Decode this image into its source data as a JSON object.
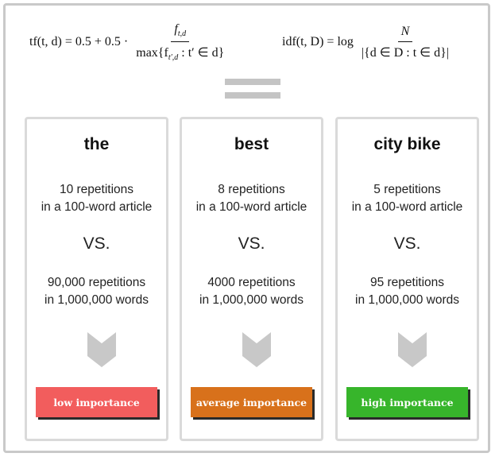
{
  "formulas": {
    "tf": {
      "lhs": "tf(t, d) = 0.5 + 0.5 ·",
      "numerator": "f",
      "numerator_sub": "t,d",
      "denominator_pre": "max{f",
      "denominator_sub": "t′,d",
      "denominator_post": " : t′ ∈ d}"
    },
    "idf": {
      "lhs": "idf(t, D) = log",
      "numerator": "N",
      "denominator": "|{d ∈ D : t ∈ d}|"
    }
  },
  "cards": [
    {
      "word": "the",
      "line1": "10 repetitions",
      "line2": "in a 100-word article",
      "vs": "VS.",
      "line3": "90,000 repetitions",
      "line4": "in 1,000,000 words",
      "badge": "low importance",
      "badge_color": "#f25d5d"
    },
    {
      "word": "best",
      "line1": "8 repetitions",
      "line2": "in a 100-word article",
      "vs": "VS.",
      "line3": "4000 repetitions",
      "line4": "in 1,000,000 words",
      "badge": "average importance",
      "badge_color": "#d8711b"
    },
    {
      "word": "city bike",
      "line1": "5 repetitions",
      "line2": "in a 100-word article",
      "vs": "VS.",
      "line3": "95 repetitions",
      "line4": "in 1,000,000 words",
      "badge": "high importance",
      "badge_color": "#37b52b"
    }
  ],
  "colors": {
    "frame_border": "#c9c9c9",
    "card_border": "#dadada",
    "equals_sign": "#c4c4c4",
    "arrow": "#c8c8c8"
  },
  "icons": {
    "equals": "equals-sign-icon",
    "arrow": "chevron-down-arrow-icon"
  }
}
